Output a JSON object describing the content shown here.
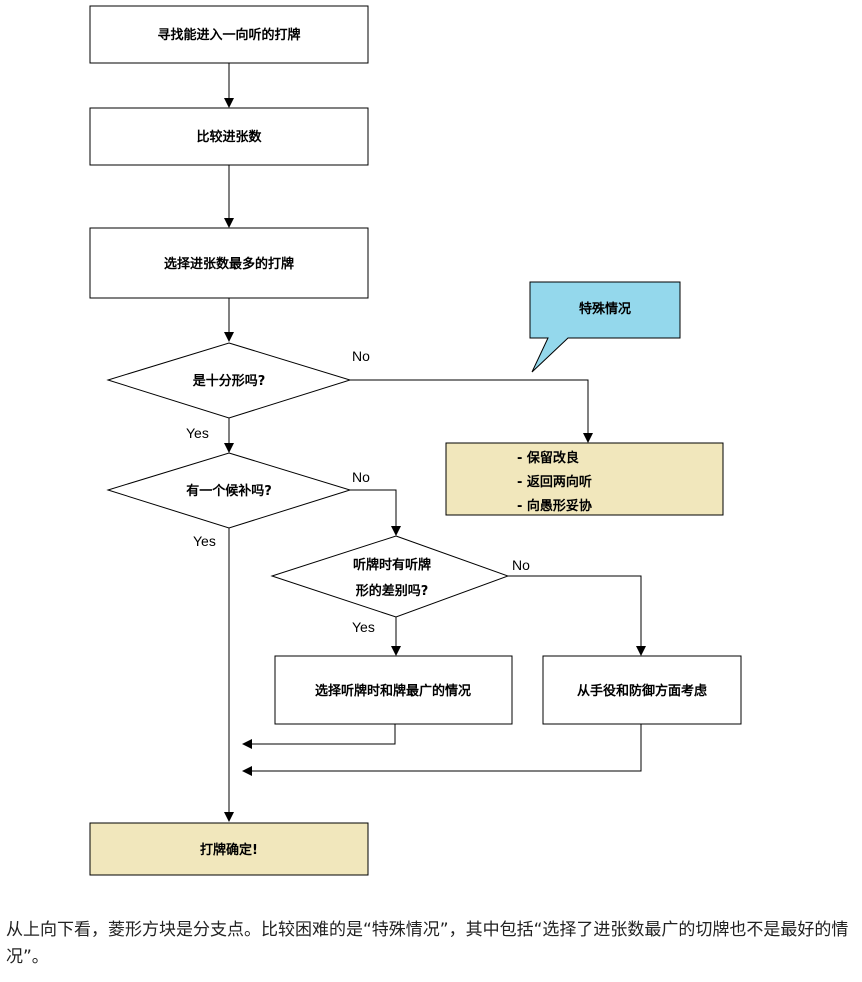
{
  "colors": {
    "tan_fill": "#f1e7bc",
    "callout_fill": "#94d8ec",
    "line": "#000000"
  },
  "nodes": {
    "find_discard": "寻找能进入一向听的打牌",
    "compare_count": "比较进张数",
    "choose_most": "选择进张数最多的打牌",
    "is_shifen": "是十分形吗?",
    "one_candidate": "有一个候补吗?",
    "tenpai_diff_line1": "听牌时有听牌",
    "tenpai_diff_line2": "形的差别吗?",
    "choose_widest": "选择听牌时和牌最广的情况",
    "hand_defense": "从手役和防御方面考虑",
    "decided": "打牌确定!"
  },
  "special": {
    "callout": "特殊情况",
    "items": [
      "- 保留改良",
      "- 返回两向听",
      "- 向愚形妥协"
    ]
  },
  "edge_labels": {
    "no1": "No",
    "yes1": "Yes",
    "no2": "No",
    "yes2": "Yes",
    "no3": "No",
    "yes3": "Yes"
  },
  "caption": "从上向下看，菱形方块是分支点。比较困难的是“特殊情况”，其中包括“选择了进张数最广的切牌也不是最好的情况”。"
}
